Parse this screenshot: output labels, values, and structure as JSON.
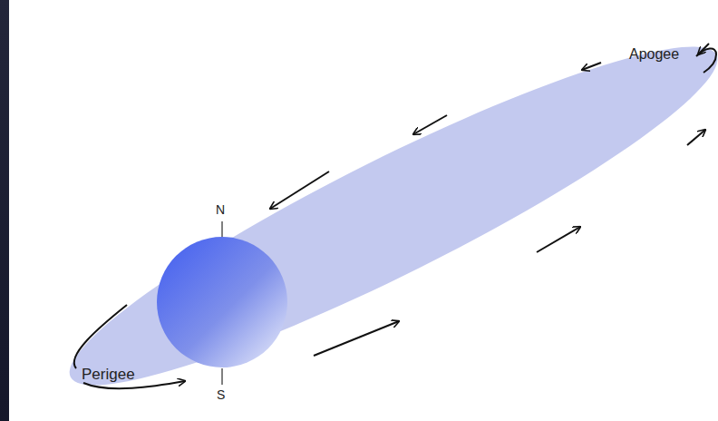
{
  "diagram": {
    "labels": [
      "N",
      "S",
      "Perigee",
      "Apogee"
    ]
  }
}
